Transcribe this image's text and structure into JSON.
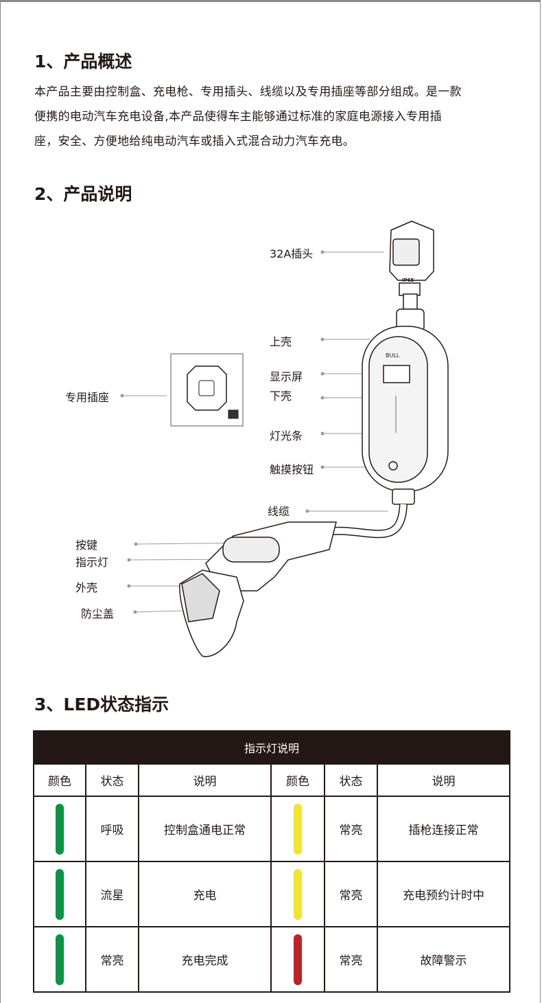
{
  "section1": {
    "title": "1、产品概述",
    "lines": [
      "本产品主要由控制盒、充电枪、专用插头、线缆以及专用插座等部分组成。是一款",
      "便携的电动汽车充电设备,本产品使得车主能够通过标准的家庭电源接入专用插",
      "座，安全、方便地给纯电动汽车或插入式混合动力汽车充电。"
    ]
  },
  "section2": {
    "title": "2、产品说明",
    "labels": {
      "plug": "32A插头",
      "upper_shell": "上壳",
      "display": "显示屏",
      "lower_shell": "下壳",
      "light_bar": "灯光条",
      "touch_button": "触摸按钮",
      "cable": "线缆",
      "socket": "专用插座",
      "key": "按键",
      "indicator": "指示灯",
      "outer_shell": "外壳",
      "dust_cover": "防尘盖"
    },
    "brand": "BULL",
    "ip": "IP65"
  },
  "section3": {
    "title": "3、LED状态指示",
    "table": {
      "caption": "指示灯说明",
      "headers": [
        "颜色",
        "状态",
        "说明",
        "颜色",
        "状态",
        "说明"
      ],
      "rows": [
        [
          {
            "color": "#0b9444",
            "state": "呼吸",
            "desc": "控制盒通电正常"
          },
          {
            "color": "#f1e52d",
            "state": "常亮",
            "desc": "插枪连接正常"
          }
        ],
        [
          {
            "color": "#0b9444",
            "state": "流星",
            "desc": "充电"
          },
          {
            "color": "#f1e52d",
            "state": "常亮",
            "desc": "充电预约计时中"
          }
        ],
        [
          {
            "color": "#0b9444",
            "state": "常亮",
            "desc": "充电完成"
          },
          {
            "color": "#be2126",
            "state": "常亮",
            "desc": "故障警示"
          }
        ]
      ]
    }
  }
}
